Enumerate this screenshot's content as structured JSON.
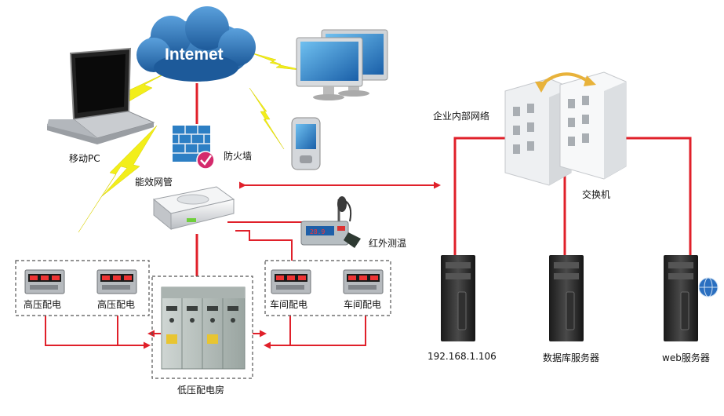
{
  "labels": {
    "internet": "Intemet",
    "mobile_pc": "移动PC",
    "firewall": "防火墙",
    "energy_gateway": "能效网管",
    "infrared": "红外测温",
    "enterprise_network": "企业内部网络",
    "switch": "交换机",
    "hv1": "高压配电",
    "hv2": "高压配电",
    "ws1": "车间配电",
    "ws2": "车间配电",
    "lv_room": "低压配电房",
    "server_ip": "192.168.1.106",
    "db_server": "数据库服务器",
    "web_server": "web服务器"
  },
  "colors": {
    "link_red": "#e0202a",
    "wireless_yellow": "#f2ee1a",
    "cloud_blue": "#2b6fb0",
    "dashed_border": "#555555"
  },
  "icons": [
    "cloud-icon",
    "laptop-icon",
    "monitor-icon",
    "pda-icon",
    "firewall-icon",
    "gateway-device-icon",
    "infrared-sensor-icon",
    "building-icon",
    "server-icon",
    "globe-icon",
    "meter-icon",
    "switchgear-cabinet-icon"
  ]
}
